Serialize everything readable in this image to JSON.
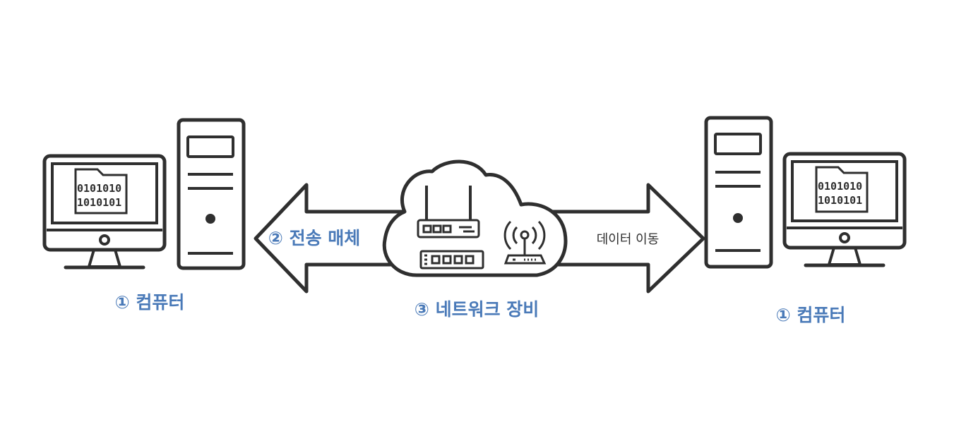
{
  "labels": {
    "computer_left": "① 컴퓨터",
    "computer_right": "① 컴퓨터",
    "transmission_media": "② 전송 매체",
    "network_equipment": "③ 네트워크 장비",
    "data_movement": "데이터 이동"
  },
  "binary": {
    "row1": "0101010",
    "row2": "1010101"
  },
  "colors": {
    "outline": "#2f2f2f",
    "accent_blue": "#4a7ab8",
    "background": "#ffffff"
  },
  "icons": [
    "computer-monitor-icon",
    "computer-tower-icon",
    "double-arrow-icon",
    "cloud-icon",
    "router-icon",
    "switch-icon",
    "wireless-ap-icon"
  ]
}
